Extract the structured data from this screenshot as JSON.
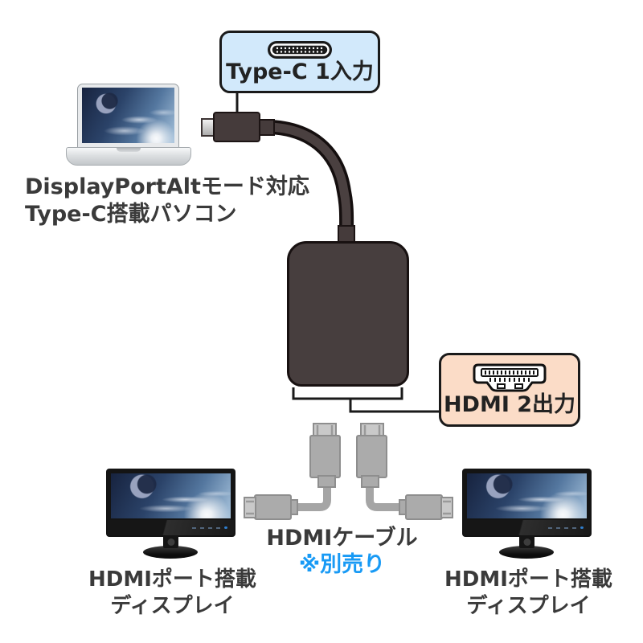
{
  "diagram": {
    "input_label": {
      "text": "Type-C 1入力",
      "icon": "type-c-connector-icon"
    },
    "output_label": {
      "text": "HDMI 2出力",
      "icon": "hdmi-connector-icon"
    },
    "source_caption": {
      "line1": "DisplayPortAltモード対応",
      "line2": "Type-C搭載パソコン"
    },
    "cable_note": {
      "line1": "HDMIケーブル",
      "line2": "※別売り"
    },
    "display_caption_left": {
      "line1": "HDMIポート搭載",
      "line2": "ディスプレイ"
    },
    "display_caption_right": {
      "line1": "HDMIポート搭載",
      "line2": "ディスプレイ"
    },
    "colors": {
      "input_box_bg": "#d2e9fb",
      "output_box_bg": "#fbdcc7",
      "note_blue": "#189af5",
      "adapter_body": "#473e3e",
      "hdmi_cable_gray": "#ababab",
      "outline_black": "#1a1a1a"
    }
  }
}
